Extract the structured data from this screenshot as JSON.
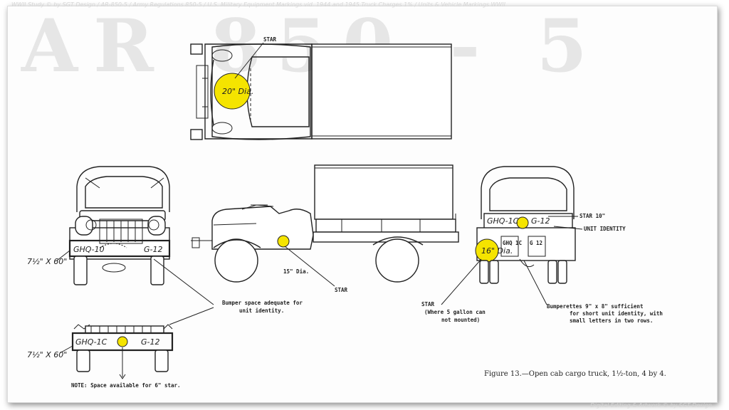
{
  "banner_top": "WWII Study © by SGT Design / AR-850-5 / Army Regulations 850-5 / U.S. Military Equipment Markings vid. 1944 and 1945 Truck Charges 1% / Units & Vehicle Markings WWII",
  "watermark": "AR 850 - 5",
  "banner_bottom": "Digital Editing & Artwork © by SGT Design",
  "labels": {
    "star_top": "STAR",
    "dim_top": "20\" Dia.",
    "dia_side": "15\" Dia.",
    "star_side": "STAR",
    "star_rear": "STAR 10\"",
    "unit_identity": "UNIT IDENTITY",
    "dim_rear": "16\" Dia.",
    "star_note": [
      "STAR",
      "(Where 5 gallon can",
      "not mounted)"
    ],
    "bumperettes": [
      "Bumperettes 9\" x 8\" sufficient",
      "for short unit identity, with",
      "small letters in two rows."
    ],
    "bumper_space": [
      "Bumper space adequate for",
      "unit identity."
    ],
    "note": "NOTE:  Space available for 6\" star.",
    "bumper_size_front": "7½\" X 60\"",
    "bumper_size_detail": "7½\" X 60\"",
    "caption": "Figure 13.—Open cab cargo truck, 1½-ton, 4 by 4."
  },
  "markings": {
    "front_left": "GHQ-10",
    "front_right": "G-12",
    "detail_left": "GHQ-1C",
    "detail_right": "G-12",
    "rear_left": "GHQ-1C",
    "rear_right": "G-12",
    "rear_bumperette_left": "GHQ 1C",
    "rear_bumperette_right": "G 12"
  },
  "colors": {
    "star": "#f5e400",
    "line": "#222222"
  }
}
